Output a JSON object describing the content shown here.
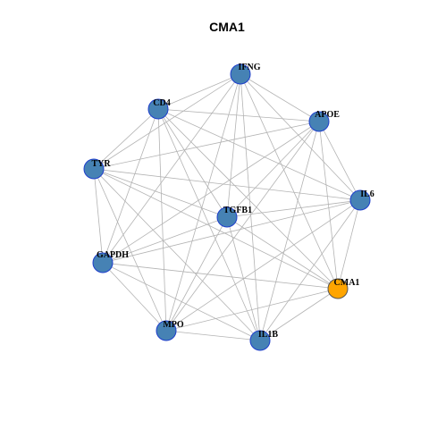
{
  "title": "CMA1",
  "nodes": [
    {
      "id": "IFNG",
      "label": "IFNG",
      "color": "#4682B4",
      "stroke": "#1E3ECC"
    },
    {
      "id": "CD4",
      "label": "CD4",
      "color": "#4682B4",
      "stroke": "#1E3ECC"
    },
    {
      "id": "APOE",
      "label": "APOE",
      "color": "#4682B4",
      "stroke": "#1E3ECC"
    },
    {
      "id": "TYR",
      "label": "TYR",
      "color": "#4682B4",
      "stroke": "#1E3ECC"
    },
    {
      "id": "IL6",
      "label": "IL6",
      "color": "#4682B4",
      "stroke": "#1E3ECC"
    },
    {
      "id": "TGFB1",
      "label": "TGFB1",
      "color": "#4682B4",
      "stroke": "#1E3ECC"
    },
    {
      "id": "GAPDH",
      "label": "GAPDH",
      "color": "#4682B4",
      "stroke": "#1E3ECC"
    },
    {
      "id": "CMA1",
      "label": "CMA1",
      "color": "#FFA500",
      "stroke": "#555555"
    },
    {
      "id": "MPO",
      "label": "MPO",
      "color": "#4682B4",
      "stroke": "#1E3ECC"
    },
    {
      "id": "IL1B",
      "label": "IL1B",
      "color": "#4682B4",
      "stroke": "#1E3ECC"
    }
  ],
  "edges": [
    [
      "IFNG",
      "CD4"
    ],
    [
      "IFNG",
      "APOE"
    ],
    [
      "IFNG",
      "TYR"
    ],
    [
      "IFNG",
      "IL6"
    ],
    [
      "IFNG",
      "TGFB1"
    ],
    [
      "IFNG",
      "GAPDH"
    ],
    [
      "IFNG",
      "CMA1"
    ],
    [
      "IFNG",
      "MPO"
    ],
    [
      "IFNG",
      "IL1B"
    ],
    [
      "CD4",
      "APOE"
    ],
    [
      "CD4",
      "TYR"
    ],
    [
      "CD4",
      "IL6"
    ],
    [
      "CD4",
      "TGFB1"
    ],
    [
      "CD4",
      "GAPDH"
    ],
    [
      "CD4",
      "CMA1"
    ],
    [
      "CD4",
      "MPO"
    ],
    [
      "CD4",
      "IL1B"
    ],
    [
      "APOE",
      "TYR"
    ],
    [
      "APOE",
      "IL6"
    ],
    [
      "APOE",
      "TGFB1"
    ],
    [
      "APOE",
      "GAPDH"
    ],
    [
      "APOE",
      "CMA1"
    ],
    [
      "APOE",
      "MPO"
    ],
    [
      "APOE",
      "IL1B"
    ],
    [
      "TYR",
      "IL6"
    ],
    [
      "TYR",
      "TGFB1"
    ],
    [
      "TYR",
      "GAPDH"
    ],
    [
      "TYR",
      "CMA1"
    ],
    [
      "TYR",
      "MPO"
    ],
    [
      "TYR",
      "IL1B"
    ],
    [
      "IL6",
      "TGFB1"
    ],
    [
      "IL6",
      "GAPDH"
    ],
    [
      "IL6",
      "CMA1"
    ],
    [
      "IL6",
      "MPO"
    ],
    [
      "IL6",
      "IL1B"
    ],
    [
      "TGFB1",
      "GAPDH"
    ],
    [
      "TGFB1",
      "CMA1"
    ],
    [
      "TGFB1",
      "MPO"
    ],
    [
      "TGFB1",
      "IL1B"
    ],
    [
      "GAPDH",
      "CMA1"
    ],
    [
      "GAPDH",
      "MPO"
    ],
    [
      "GAPDH",
      "IL1B"
    ],
    [
      "CMA1",
      "MPO"
    ],
    [
      "CMA1",
      "IL1B"
    ],
    [
      "MPO",
      "IL1B"
    ]
  ]
}
